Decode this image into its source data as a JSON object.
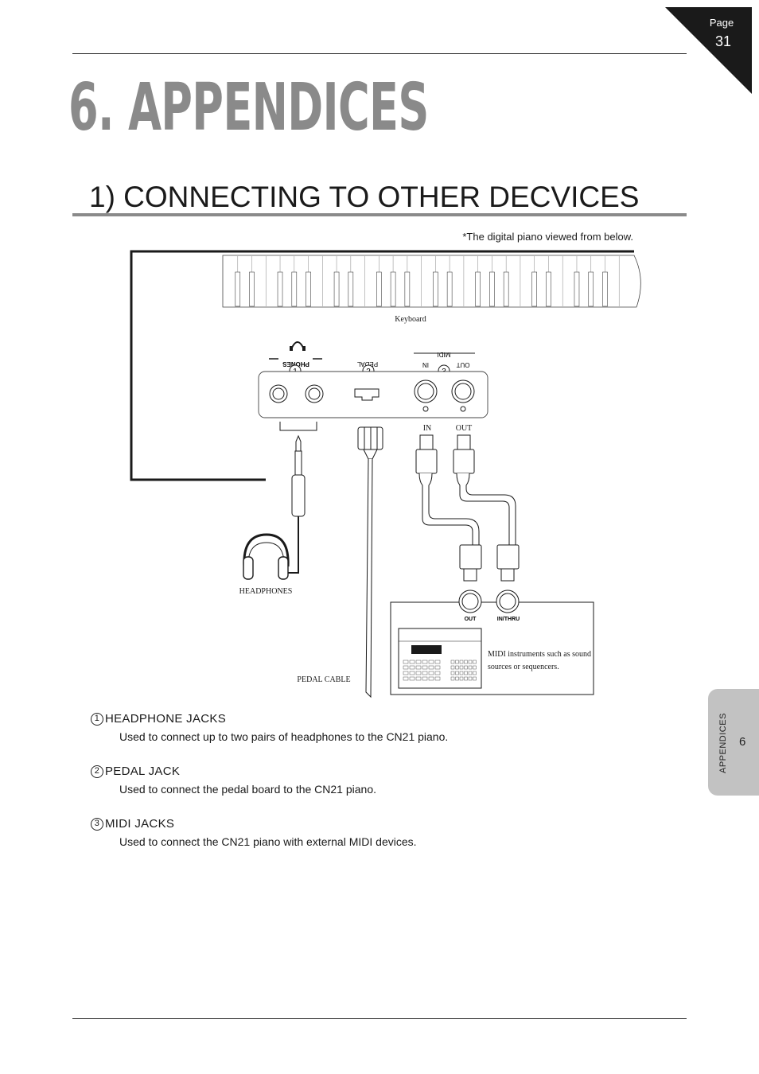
{
  "page": {
    "label": "Page",
    "number": "31"
  },
  "chapter_title": "6. APPENDICES",
  "section_title": "1) CONNECTING TO OTHER DECVICES",
  "view_note": "*The digital piano viewed from below.",
  "diagram": {
    "keyboard_label": "Keyboard",
    "phones_label": "PHONES",
    "pedal_label": "PEDAL",
    "midi_label": "MIDI",
    "midi_in_label": "IN",
    "midi_out_label": "OUT",
    "num1": "1",
    "num2": "2",
    "num3": "3",
    "in_label": "IN",
    "out_label": "OUT",
    "headphones_label": "HEADPHONES",
    "pedal_cable_label": "PEDAL CABLE",
    "device_out_label": "OUT",
    "device_in_thru_label": "IN/THRU",
    "midi_instr_line1": "MIDI instruments such as sound",
    "midi_instr_line2": "sources or sequencers."
  },
  "side_tab": {
    "text": "APPENDICES",
    "number": "6"
  },
  "items": [
    {
      "num": "1",
      "title": "HEADPHONE JACKS",
      "desc": "Used to connect up to two pairs of headphones to the CN21 piano."
    },
    {
      "num": "2",
      "title": "PEDAL JACK",
      "desc": "Used to connect the pedal board to the CN21 piano."
    },
    {
      "num": "3",
      "title": "MIDI JACKS",
      "desc": "Used to connect the CN21 piano with external MIDI devices."
    }
  ]
}
